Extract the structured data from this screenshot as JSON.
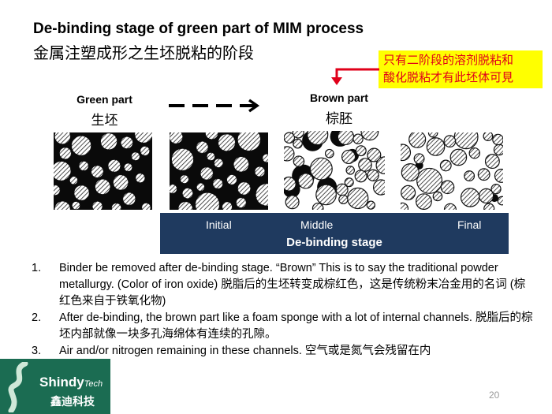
{
  "title": "De-binding stage of green part of MIM process",
  "subtitle": "金属注塑成形之生坯脱粘的阶段",
  "note": [
    "只有二阶段的溶剂脱粘和",
    "酸化脱粘才有此坯体可見"
  ],
  "green_part": {
    "en": "Green part",
    "zh": "生坯"
  },
  "brown_part": {
    "en": "Brown part",
    "zh": "棕胚"
  },
  "stages": {
    "initial": "Initial",
    "middle": "Middle",
    "final": "Final",
    "title": "De-binding stage"
  },
  "list": [
    {
      "num": "1.",
      "text": "Binder be removed after de-binding stage. “Brown” This is to say the traditional powder metallurgy. (Color of iron oxide) 脱脂后的生坯转变成棕红色，这是传统粉末冶金用的名词 (棕红色来自于铁氧化物)"
    },
    {
      "num": "2.",
      "text": "After de-binding, the brown part like a foam sponge with a lot of internal channels. 脱脂后的棕坯内部就像一块多孔海绵体有连续的孔隙。"
    },
    {
      "num": "3.",
      "text": "Air and/or nitrogen remaining in these channels. 空气或是氮气会残留在内"
    }
  ],
  "logo": {
    "en": "Shindy",
    "tech": "Tech",
    "zh": "鑫迪科技"
  },
  "page_number": "20",
  "colors": {
    "bar": "#1f3a5f",
    "note_bg": "#ffff00",
    "note_text": "#e0001a",
    "logo_bg": "#1b6c52"
  }
}
